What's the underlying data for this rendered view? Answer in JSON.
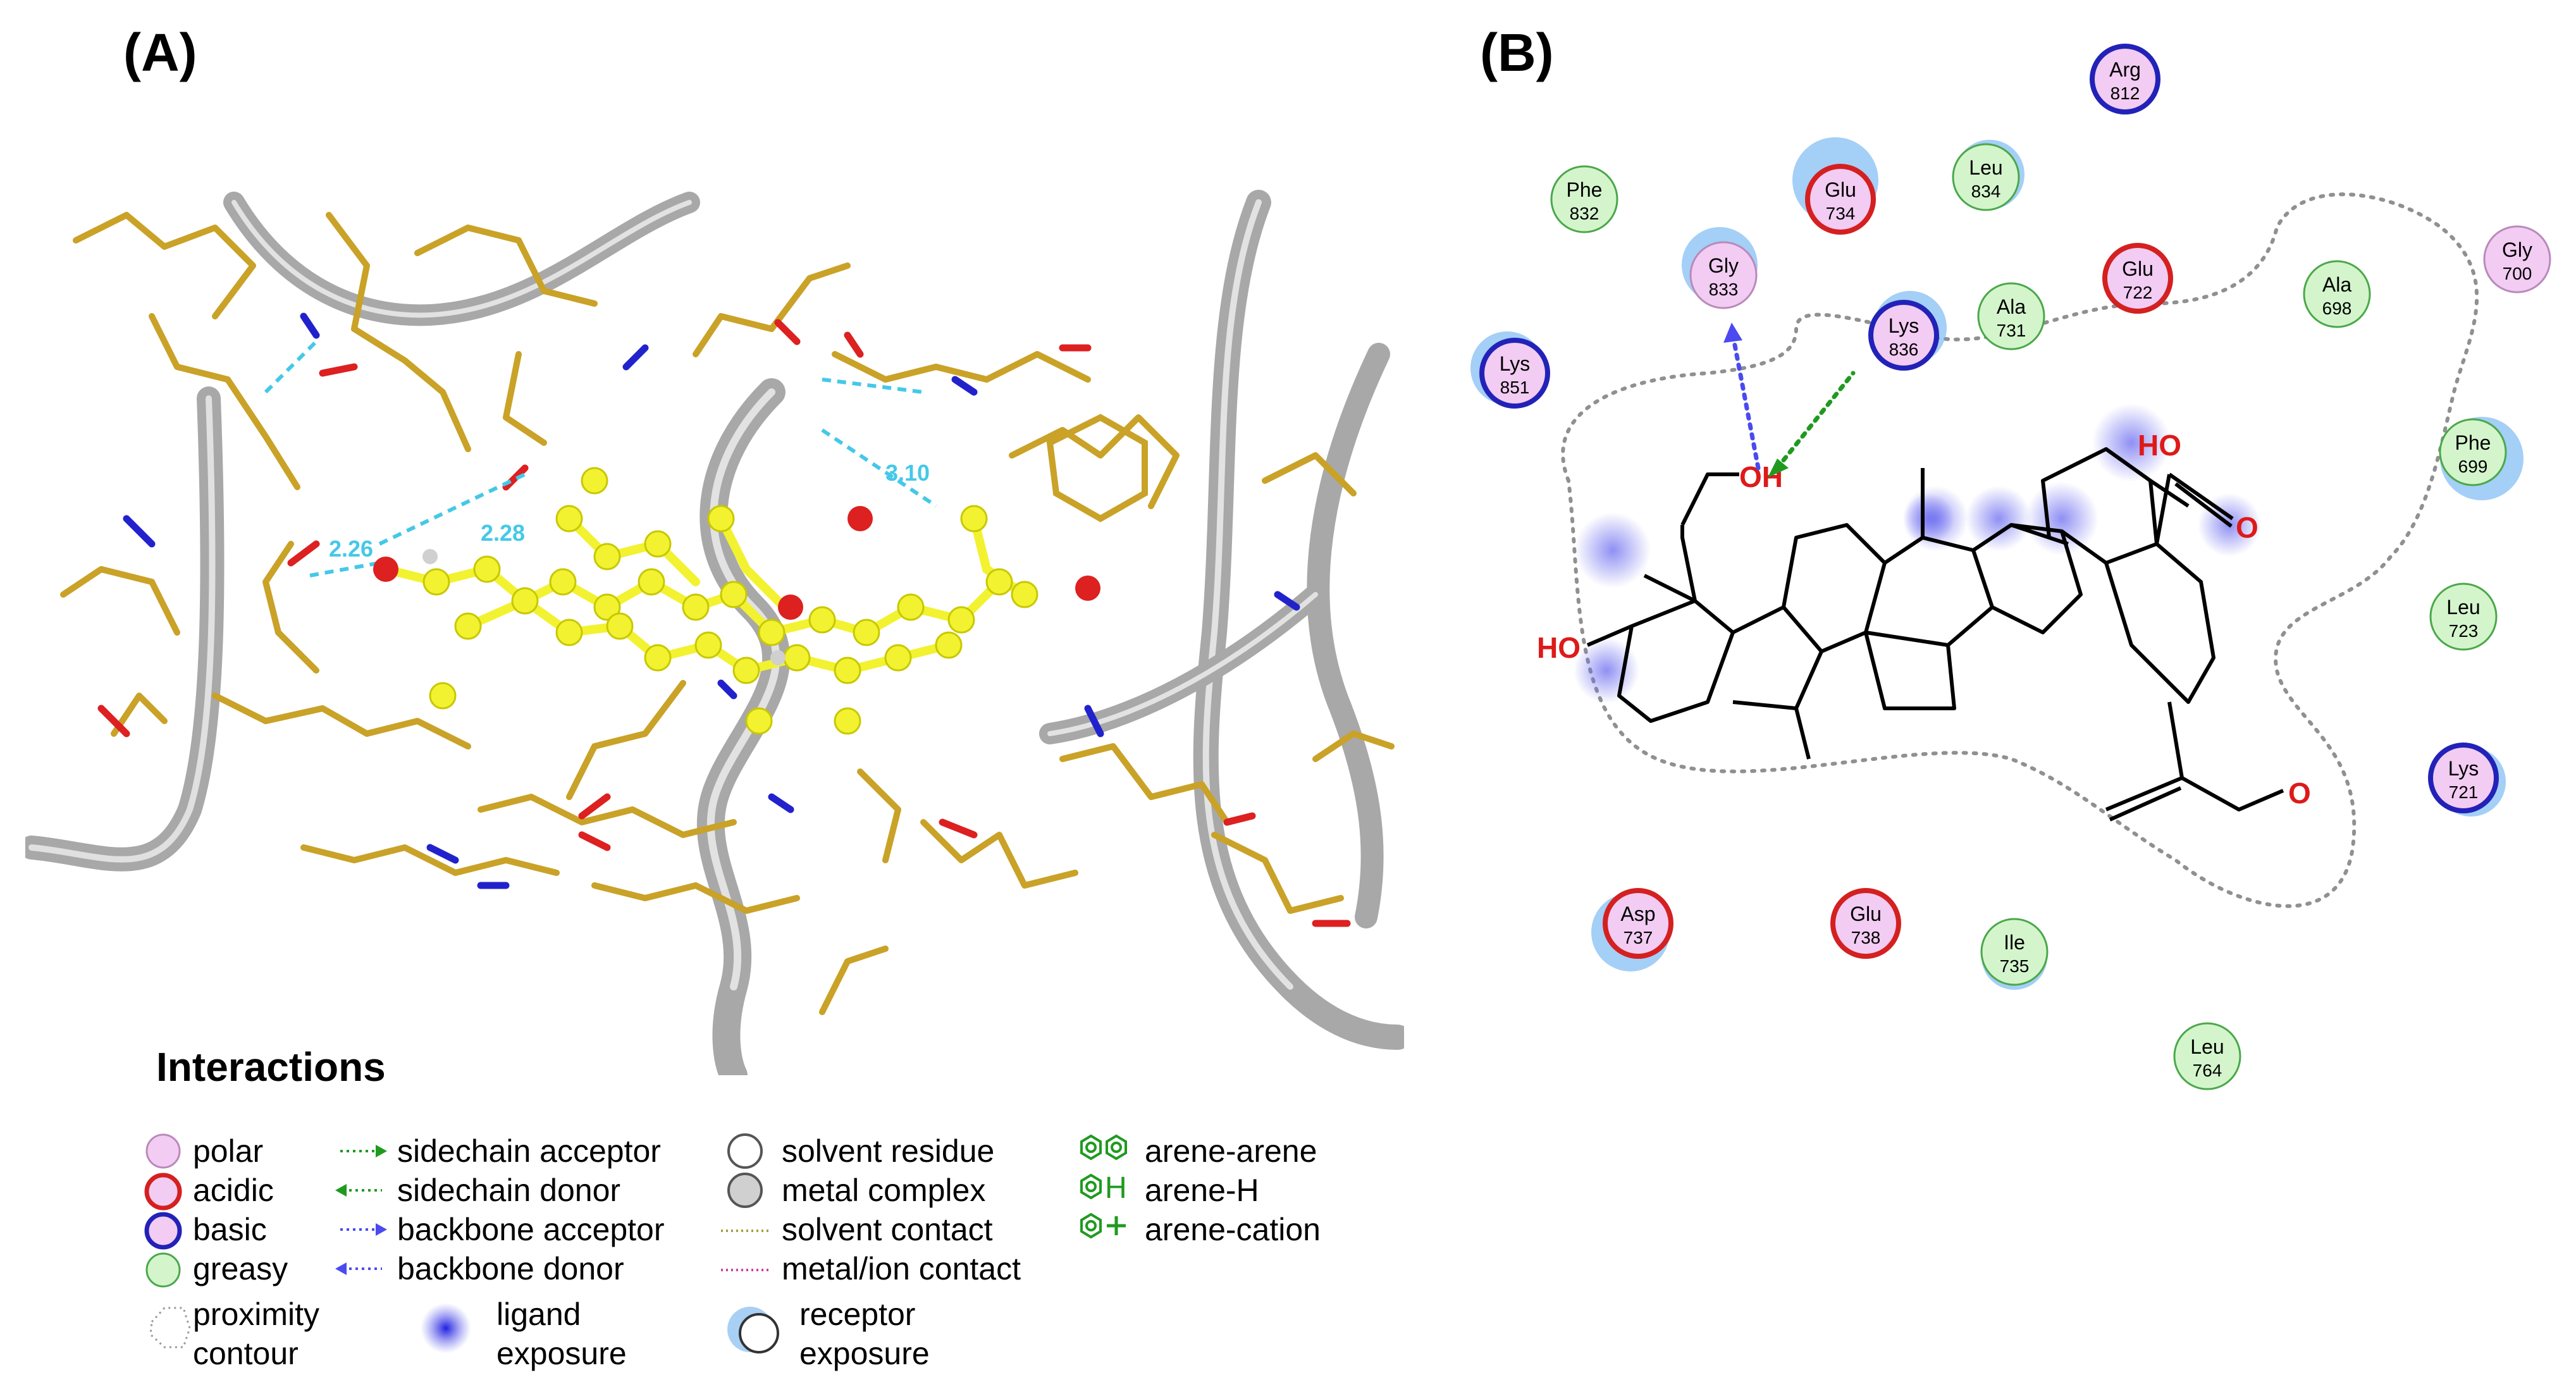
{
  "panels": {
    "a_label": "(A)",
    "b_label": "(B)"
  },
  "panel_a": {
    "distances": [
      "2.26",
      "2.28",
      "3.10"
    ]
  },
  "panel_b": {
    "ligand_labels": {
      "oh_top": "OH",
      "oh_left": "HO",
      "carboxyl_ho": "HO",
      "carboxyl_o": "O",
      "aldehyde_o": "O"
    },
    "residues": [
      {
        "name": "Arg",
        "num": "812",
        "type": "basic"
      },
      {
        "name": "Phe",
        "num": "832",
        "type": "greasy"
      },
      {
        "name": "Glu",
        "num": "734",
        "type": "acidic"
      },
      {
        "name": "Leu",
        "num": "834",
        "type": "greasy"
      },
      {
        "name": "Gly",
        "num": "700",
        "type": "polar"
      },
      {
        "name": "Gly",
        "num": "833",
        "type": "polar"
      },
      {
        "name": "Glu",
        "num": "722",
        "type": "acidic"
      },
      {
        "name": "Ala",
        "num": "731",
        "type": "greasy"
      },
      {
        "name": "Ala",
        "num": "698",
        "type": "greasy"
      },
      {
        "name": "Lys",
        "num": "836",
        "type": "basic"
      },
      {
        "name": "Lys",
        "num": "851",
        "type": "basic"
      },
      {
        "name": "Phe",
        "num": "699",
        "type": "greasy"
      },
      {
        "name": "Leu",
        "num": "723",
        "type": "greasy"
      },
      {
        "name": "Lys",
        "num": "721",
        "type": "basic"
      },
      {
        "name": "Asp",
        "num": "737",
        "type": "acidic"
      },
      {
        "name": "Glu",
        "num": "738",
        "type": "acidic"
      },
      {
        "name": "Ile",
        "num": "735",
        "type": "greasy"
      },
      {
        "name": "Leu",
        "num": "764",
        "type": "greasy"
      }
    ]
  },
  "legend": {
    "title": "Interactions",
    "residue_types": [
      "polar",
      "acidic",
      "basic",
      "greasy"
    ],
    "proximity": [
      "proximity",
      "contour"
    ],
    "arrows": [
      "sidechain acceptor",
      "sidechain donor",
      "backbone acceptor",
      "backbone donor"
    ],
    "ligand_exposure": [
      "ligand",
      "exposure"
    ],
    "contacts": [
      "solvent residue",
      "metal complex",
      "solvent contact",
      "metal/ion contact"
    ],
    "receptor_exposure": [
      "receptor",
      "exposure"
    ],
    "arene": [
      "arene-arene",
      "arene-H",
      "arene-cation"
    ],
    "arene_h_glyph": "H"
  },
  "colors": {
    "polar_fill": "#f2ccf2",
    "acidic_ring": "#d42020",
    "basic_ring": "#2222b8",
    "greasy_fill": "#d4f5cc",
    "greasy_ring": "#4aa84a",
    "exposure_blue": "#59a8f0",
    "ligand_exposure": "#6a6af0",
    "ribbon_gray": "#a7a7a7",
    "stick_gold": "#c9a227",
    "ligand_yellow": "#f2f230",
    "distance_cyan": "#45c8e8",
    "sidechain_green": "#1f9a1f",
    "backbone_blue": "#4a4af0"
  }
}
